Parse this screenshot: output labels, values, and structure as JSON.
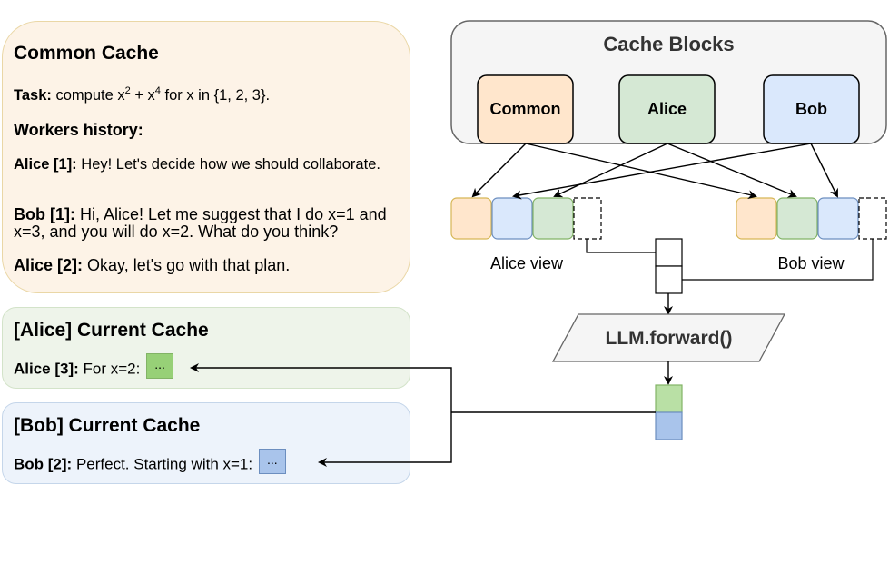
{
  "common_cache": {
    "title": "Common Cache",
    "task_label": "Task:",
    "task_text_pre": " compute x",
    "task_exp1": "2",
    "task_text_mid": " + x",
    "task_exp2": "4",
    "task_text_post": " for x in {1, 2, 3}.",
    "history_label": "Workers history:",
    "messages": [
      {
        "speaker": "Alice [1]:",
        "text": " Hey! Let's decide how we should collaborate."
      },
      {
        "speaker": "Bob [1]:",
        "text": " Hi, Alice! Let me suggest that I do x=1 and x=3, and you will do x=2. What do you think?"
      },
      {
        "speaker": "Alice [2]:",
        "text": " Okay, let's go with that plan."
      }
    ]
  },
  "alice_cache": {
    "title": "[Alice] Current Cache",
    "speaker": "Alice [3]:",
    "text": " For x=2: ",
    "token": "..."
  },
  "bob_cache": {
    "title": "[Bob] Current Cache",
    "speaker": "Bob [2]:",
    "text": " Perfect. Starting with x=1: ",
    "token": "..."
  },
  "cache_blocks": {
    "title": "Cache Blocks",
    "blocks": [
      "Common",
      "Alice",
      "Bob"
    ]
  },
  "views": {
    "alice_label": "Alice view",
    "bob_label": "Bob view"
  },
  "llm": {
    "label": "LLM.forward()"
  },
  "colors": {
    "common_fill": "#ffe6cc",
    "common_stroke": "#d79b00",
    "alice_fill": "#d5e8d4",
    "alice_stroke": "#82b366",
    "bob_fill": "#dae8fc",
    "bob_stroke": "#6c8ebf",
    "out_alice": "#b9e0a5",
    "out_bob": "#a9c4eb"
  }
}
